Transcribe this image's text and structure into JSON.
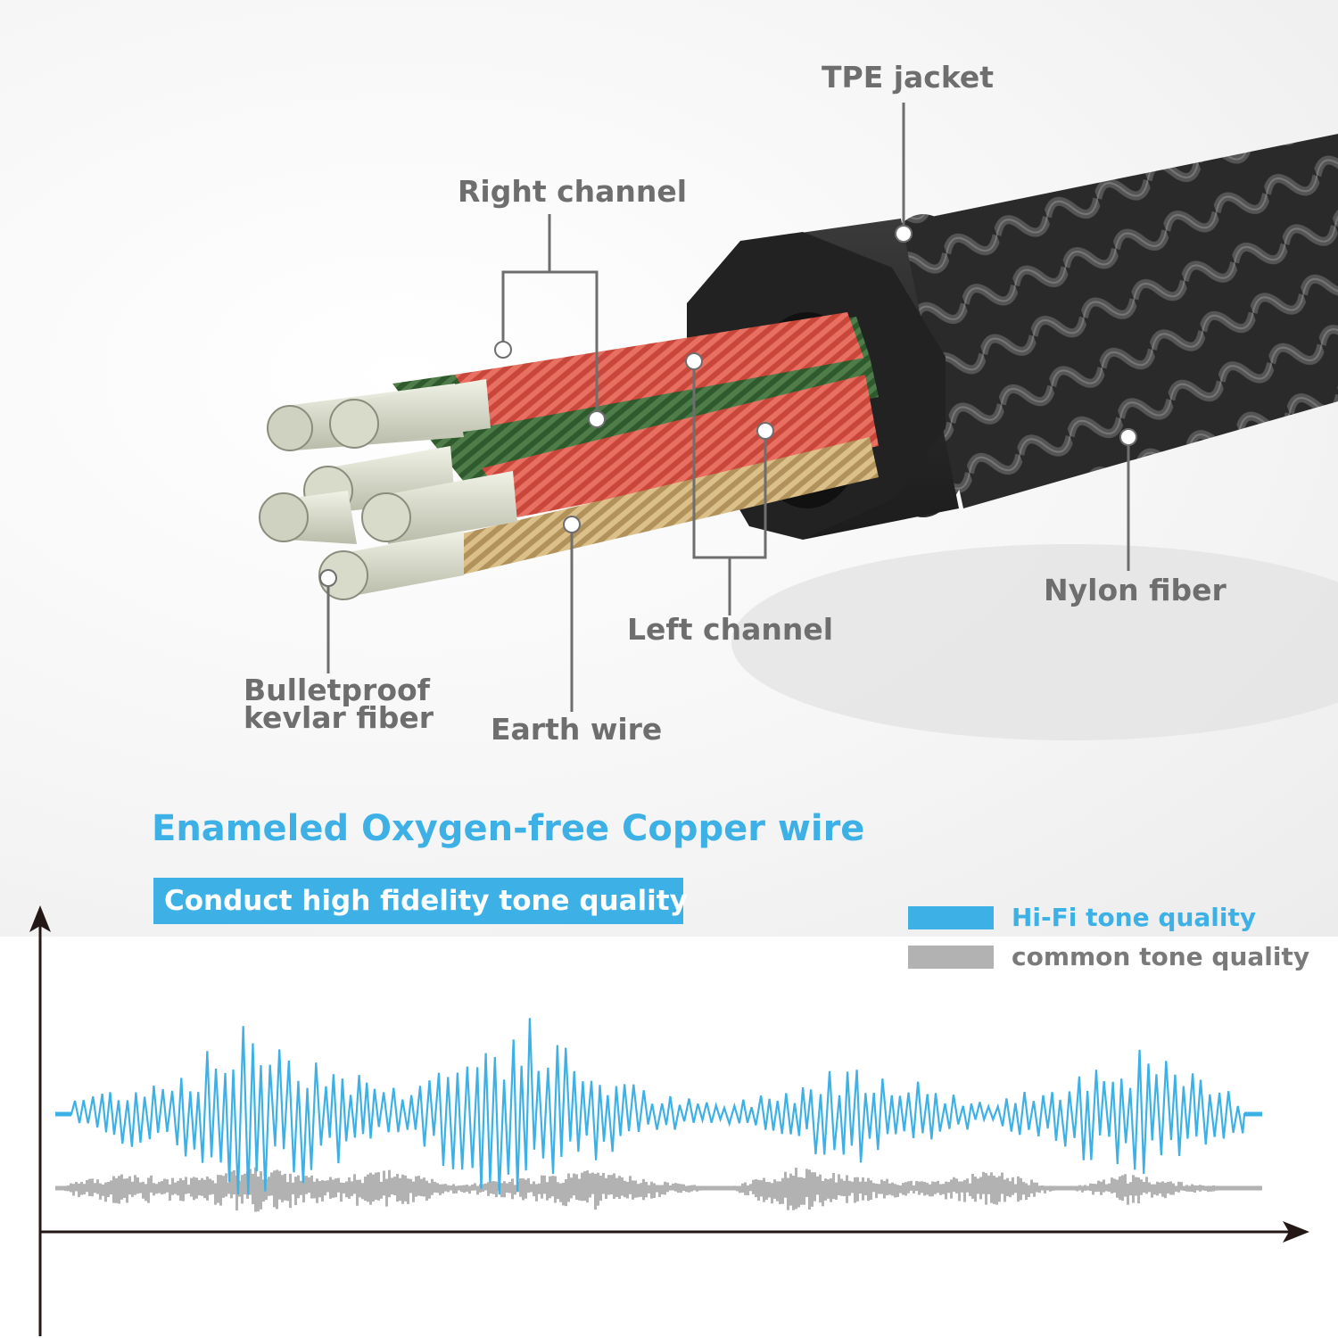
{
  "diagram": {
    "labels": {
      "tpe_jacket": "TPE jacket",
      "right_channel": "Right channel",
      "nylon_fiber": "Nylon fiber",
      "left_channel": "Left channel",
      "kevlar_line1": "Bulletproof",
      "kevlar_line2": "kevlar fiber",
      "earth_wire": "Earth wire"
    },
    "colors": {
      "label_text": "#6e6e6e",
      "jacket": "#2b2b2b",
      "red_strand": "#d9584a",
      "green_strand": "#3f6b3c",
      "tan_strand": "#c9ab72",
      "kevlar": "#dcdfcf"
    }
  },
  "section": {
    "title": "Enameled Oxygen-free Copper wire",
    "badge": "Conduct high fidelity tone quality",
    "accent": "#3db1e6"
  },
  "chart_data": {
    "type": "line",
    "title": "",
    "xlabel": "",
    "ylabel": "",
    "axes": "arrows, no ticks",
    "legend_position": "top-right",
    "series": [
      {
        "name": "Hi-Fi tone quality",
        "color": "#3db1e6",
        "style": "large-amplitude zigzag waveform",
        "amplitude_envelope": [
          0.15,
          0.3,
          0.5,
          1.0,
          0.6,
          0.3,
          0.6,
          1.0,
          0.5,
          0.2,
          0.1,
          0.3,
          0.6,
          0.3,
          0.1,
          0.4,
          0.7,
          0.4,
          0.1
        ]
      },
      {
        "name": "common tone quality",
        "color": "#b2b2b2",
        "style": "small-amplitude filled waveform",
        "amplitude_envelope": [
          0.1,
          0.4,
          0.3,
          0.6,
          0.3,
          0.5,
          0.1,
          0.3,
          0.5,
          0.2,
          0.0,
          0.6,
          0.3,
          0.2,
          0.5,
          0.0,
          0.4,
          0.1,
          0.0
        ]
      }
    ]
  },
  "legend": {
    "items": [
      {
        "label": "Hi-Fi tone quality",
        "color": "#3db1e6"
      },
      {
        "label": "common tone quality",
        "color": "#b2b2b2"
      }
    ]
  }
}
